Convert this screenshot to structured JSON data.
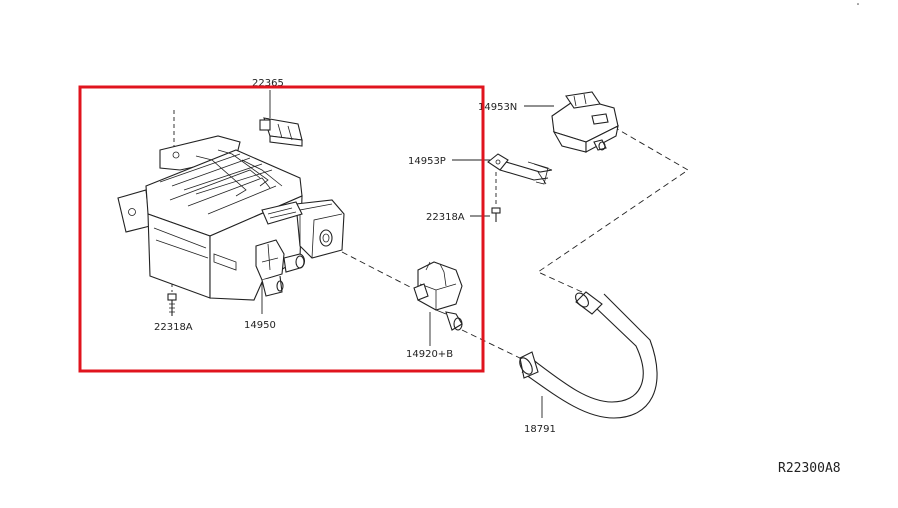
{
  "diagram": {
    "highlight_color": "#e0141e",
    "reference_code": "R22300A8",
    "parts": {
      "p22365": "22365",
      "p14953N": "14953N",
      "p14953P": "14953P",
      "p22318A_right": "22318A",
      "p22318A_left": "22318A",
      "p14950": "14950",
      "p14920B": "14920+B",
      "p18791": "18791"
    }
  }
}
